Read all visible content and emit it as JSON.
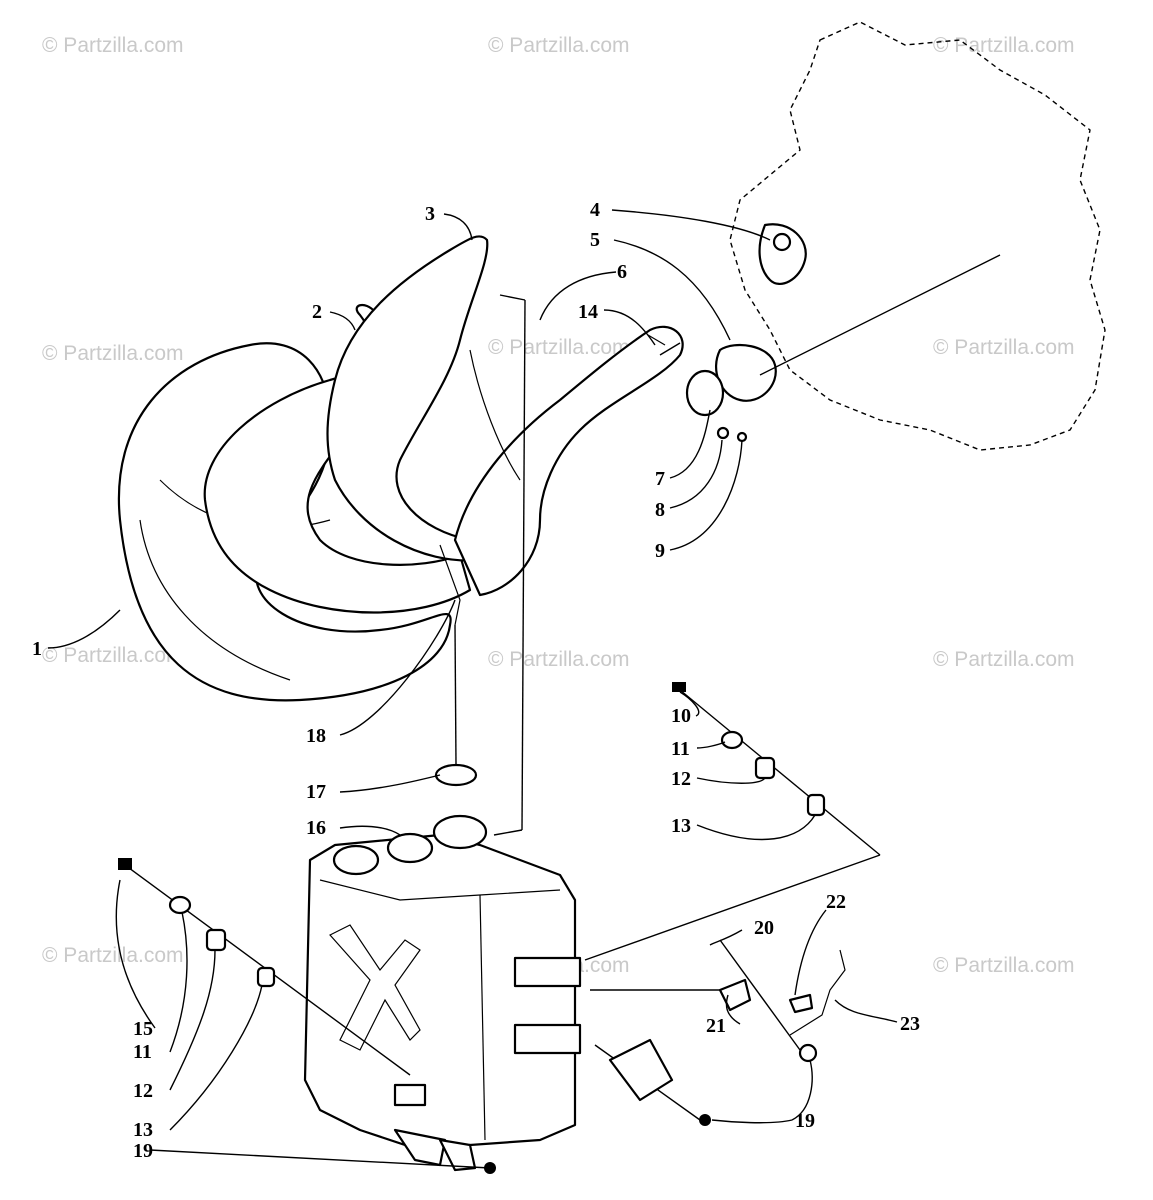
{
  "watermarks": [
    "© Partzilla.com",
    "© Partzilla.com",
    "© Partzilla.com",
    "© Partzilla.com",
    "© Partzilla.com",
    "© Partzilla.com",
    "© Partzilla.com",
    "© Partzilla.com",
    "© Partzilla.com",
    "© Partzilla.com",
    "© Partzilla.com",
    "© Partzilla.com"
  ],
  "callouts": [
    "1",
    "2",
    "3",
    "4",
    "5",
    "6",
    "14",
    "7",
    "8",
    "9",
    "10",
    "11",
    "12",
    "13",
    "18",
    "17",
    "16",
    "15",
    "11",
    "12",
    "13",
    "19",
    "20",
    "22",
    "21",
    "23",
    "19"
  ],
  "colors": {
    "line": "#000000",
    "background": "#ffffff",
    "watermark": "#c9c9c9"
  }
}
